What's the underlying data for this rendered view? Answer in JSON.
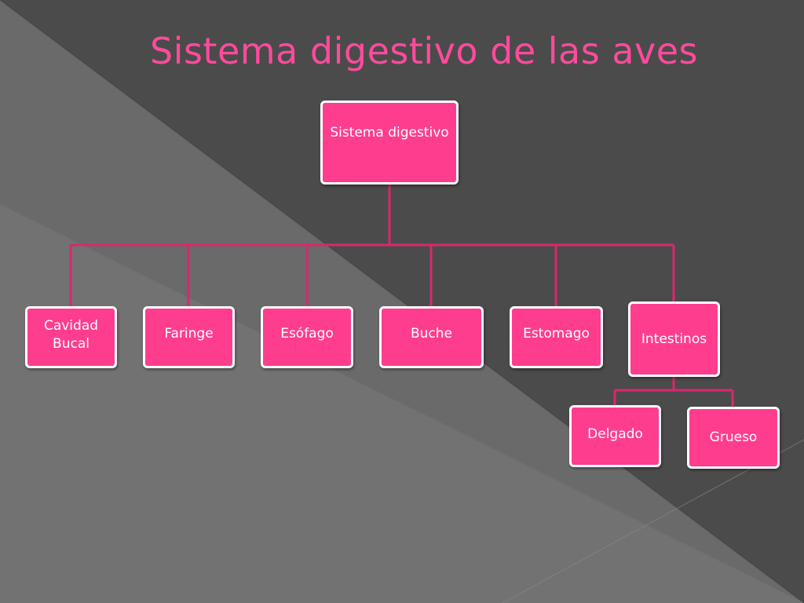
{
  "slide": {
    "title": "Sistema digestivo de las aves"
  },
  "colors": {
    "accent": "#ff3d8e",
    "connector": "#d8286e",
    "title": "#ff4a9c"
  },
  "diagram": {
    "root": "Sistema digestivo",
    "organs": [
      "Cavidad Bucal",
      "Faringe",
      "Esófago",
      "Buche",
      "Estomago",
      "Intestinos"
    ],
    "intestinos_children": [
      "Delgado",
      "Grueso"
    ]
  }
}
